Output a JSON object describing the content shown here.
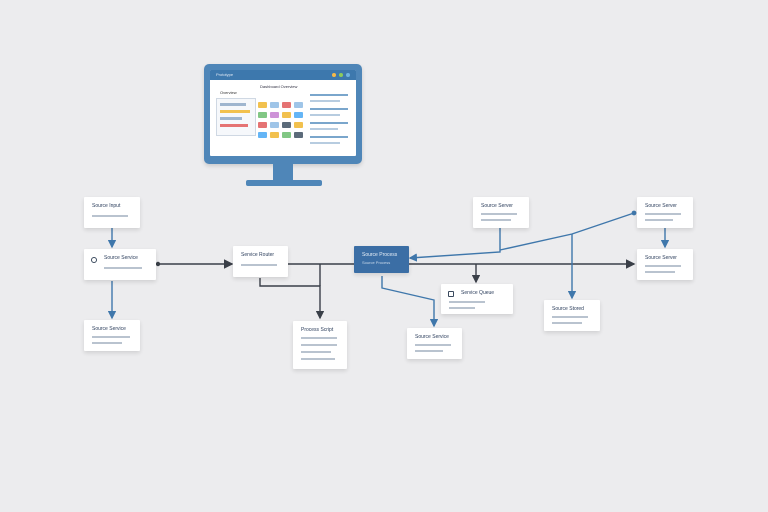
{
  "monitor": {
    "titlebar": "Prototype",
    "header": "Dashboard Overview",
    "panel_title": "Overview",
    "dot_colors": [
      "#f5b94a",
      "#8ecb5a",
      "#6fb3e0"
    ]
  },
  "nodes": [
    {
      "id": "n1",
      "title": "Source Input",
      "dark": false
    },
    {
      "id": "n2",
      "title": "Source Service",
      "dark": false,
      "icon": "gear-icon"
    },
    {
      "id": "n3",
      "title": "Source Service",
      "dark": false
    },
    {
      "id": "n4",
      "title": "Service Router",
      "dark": false
    },
    {
      "id": "n5",
      "title": "Process Script",
      "dark": false
    },
    {
      "id": "n6",
      "title": "Source Process",
      "dark": true,
      "subtitle": "Source Process"
    },
    {
      "id": "n7",
      "title": "Service Queue",
      "dark": false,
      "icon": "queue-icon"
    },
    {
      "id": "n8",
      "title": "Source Service",
      "dark": false
    },
    {
      "id": "n9",
      "title": "Source Server",
      "dark": false
    },
    {
      "id": "n10",
      "title": "Source Stored",
      "dark": false
    },
    {
      "id": "n11",
      "title": "Source Server",
      "dark": false
    },
    {
      "id": "n12",
      "title": "Source Server",
      "dark": false
    }
  ],
  "colors": {
    "accent": "#3b6ea5",
    "connector_dark": "#3a3f48",
    "connector_blue": "#3f77ab",
    "background": "#ececee"
  }
}
